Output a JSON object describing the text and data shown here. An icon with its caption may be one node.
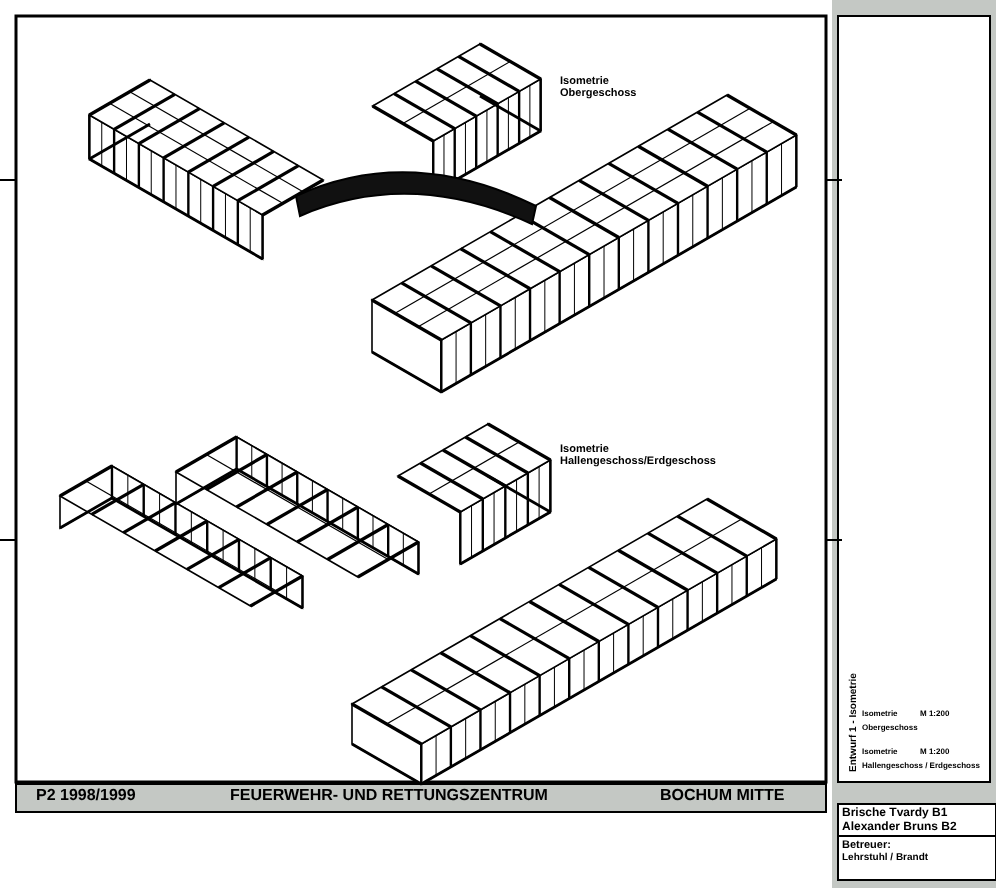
{
  "diagram": {
    "labels": [
      "Isometrie Obergeschoss",
      "Isometrie Hallengeschoss/Erdgeschoss",
      "P2 1998/1999",
      "FEUERWEHR- UND RETTUNGSZENTRUM",
      "BOCHUM MITTE",
      "Entwurf 1 - Isometrie",
      "Isometrie",
      "M 1:200",
      "Obergeschoss",
      "Isometrie",
      "M 1:200",
      "Hallengeschoss / Erdgeschoss",
      "Brische Tvardy B1",
      "Alexander Bruns B2",
      "Betreuer:",
      "Lehrstuhl / Brandt"
    ]
  }
}
